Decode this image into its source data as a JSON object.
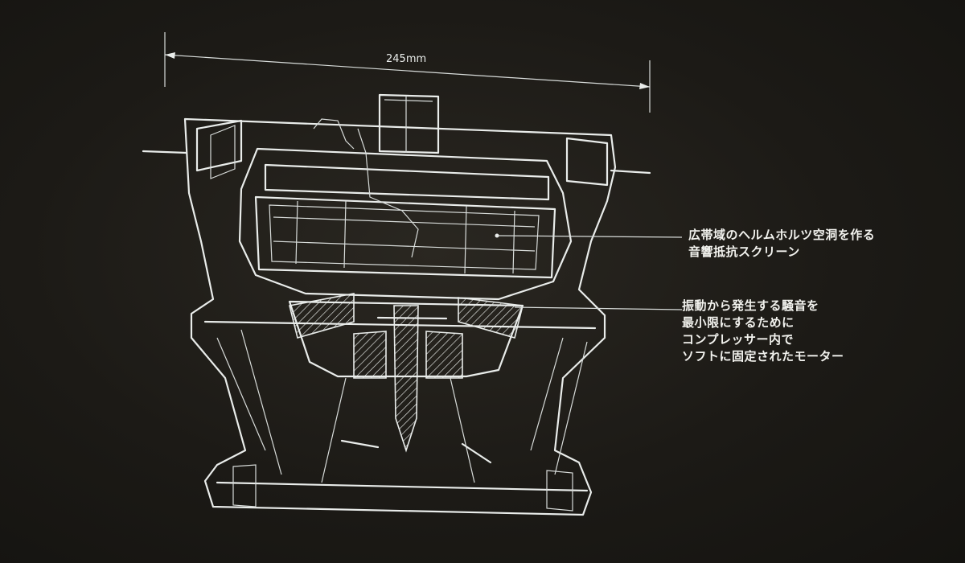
{
  "dimension": {
    "label": "245mm"
  },
  "callouts": [
    {
      "text": "広帯域のヘルムホルツ空洞を作る\n音響抵抗スクリーン"
    },
    {
      "text": "振動から発生する騒音を\n最小限にするために\nコンプレッサー内で\nソフトに固定されたモーター"
    }
  ],
  "colors": {
    "background": "#1c1a16",
    "line": "#e9ecea"
  }
}
